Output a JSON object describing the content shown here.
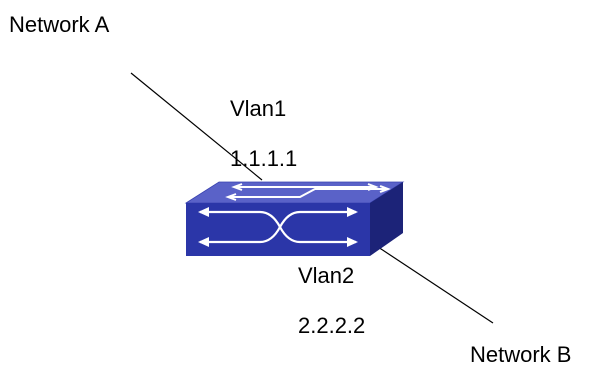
{
  "diagram": {
    "network_a": "Network A",
    "network_b": "Network B",
    "vlan1": {
      "name": "Vlan1",
      "ip": "1.1.1.1"
    },
    "vlan2": {
      "name": "Vlan2",
      "ip": "2.2.2.2"
    },
    "colors": {
      "switch_top": "#5a62c8",
      "switch_front": "#2b36a8",
      "switch_side": "#1c2378",
      "arrows": "#ffffff",
      "lines": "#000000"
    },
    "icons": [
      "switch-icon"
    ]
  }
}
